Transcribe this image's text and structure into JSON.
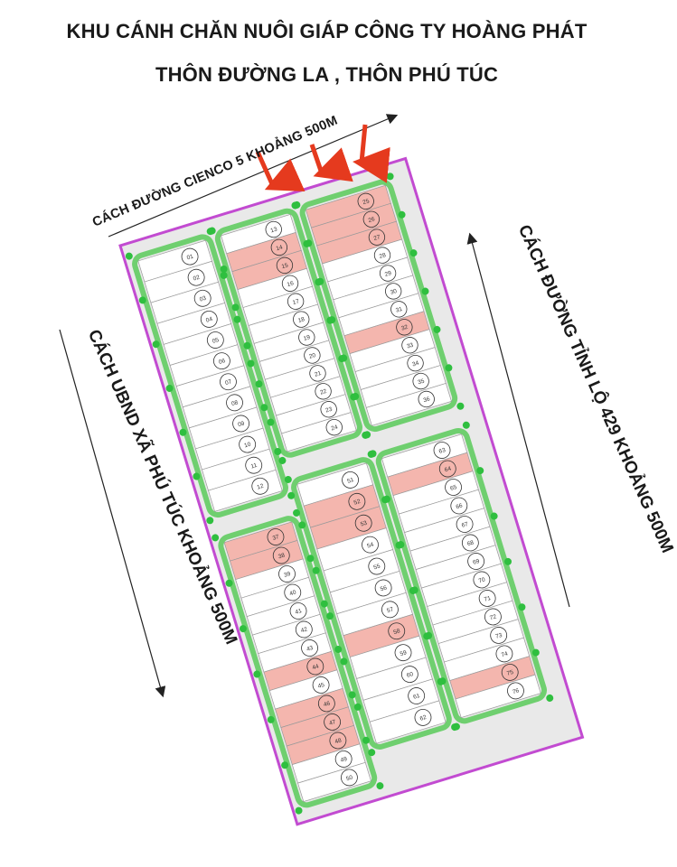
{
  "header": {
    "title_line1": "KHU CÁNH CHĂN NUÔI GIÁP CÔNG TY HOÀNG PHÁT",
    "title_line2": "THÔN ĐƯỜNG LA , THÔN PHÚ TÚC"
  },
  "labels": {
    "top": "CÁCH ĐƯỜNG CIENCO 5 KHOẢNG 500M",
    "right": "CÁCH ĐƯỜNG TỈNH LỘ 429 KHOẢNG 500M",
    "left": "CÁCH UBND XÃ PHÚ TÚC KHOẢNG 500M"
  },
  "colors": {
    "boundary": "#c24bd1",
    "road": "#e6e6e6",
    "green_strip": "#6fcf6f",
    "tree": "#2fbf3f",
    "highlight_lot": "#f4b6ae",
    "normal_lot": "#ffffff",
    "arrow": "#e53a1e",
    "lot_line": "#9a9a9a"
  },
  "map": {
    "lot_numbers_top_left_block": [
      "01",
      "02",
      "03",
      "04",
      "05",
      "06",
      "07",
      "08",
      "09",
      "10",
      "11",
      "12"
    ],
    "lot_numbers_top_mid_block": [
      "13",
      "14",
      "15",
      "16",
      "17",
      "18",
      "19",
      "20",
      "21",
      "22",
      "23",
      "24"
    ],
    "lot_numbers_top_right_block": [
      "25",
      "26",
      "27",
      "28",
      "29",
      "30",
      "31",
      "32",
      "33",
      "34",
      "35",
      "36"
    ],
    "lot_numbers_bottom_left_block": [
      "37",
      "38",
      "39",
      "40",
      "41",
      "42",
      "43",
      "44",
      "45",
      "46",
      "47",
      "48",
      "49",
      "50"
    ],
    "lot_numbers_bottom_mid_block": [
      "51",
      "52",
      "53",
      "54",
      "55",
      "56",
      "57",
      "58",
      "59",
      "60",
      "61",
      "62"
    ],
    "lot_numbers_bottom_right_block": [
      "63",
      "64",
      "65",
      "66",
      "67",
      "68",
      "69",
      "70",
      "71",
      "72",
      "73",
      "74",
      "75",
      "76"
    ],
    "highlighted_lots": [
      "14",
      "15",
      "25",
      "26",
      "27",
      "32",
      "37",
      "38",
      "44",
      "46",
      "47",
      "48",
      "52",
      "53",
      "58",
      "64",
      "75"
    ]
  }
}
